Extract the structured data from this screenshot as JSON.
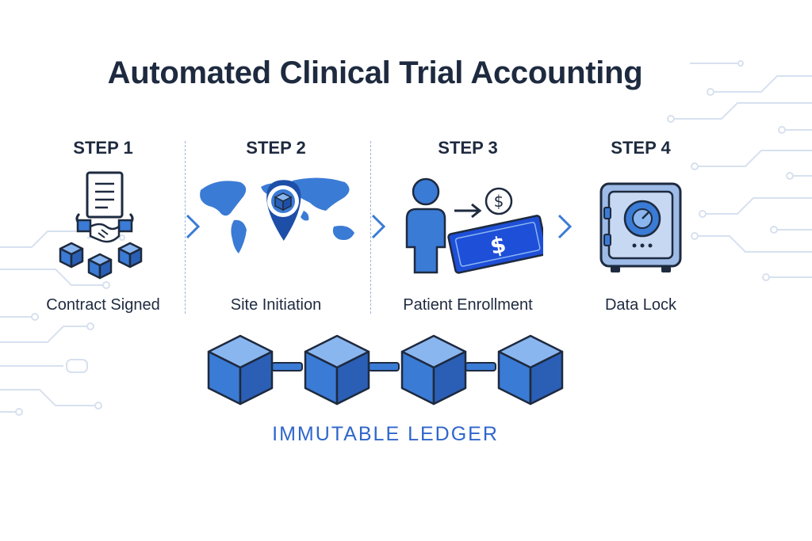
{
  "title": "Automated Clinical Trial Accounting",
  "steps": [
    {
      "label": "STEP 1",
      "caption": "Contract Signed",
      "icon": "contract-handshake-icon"
    },
    {
      "label": "STEP 2",
      "caption": "Site Initiation",
      "icon": "world-map-pin-icon"
    },
    {
      "label": "STEP 3",
      "caption": "Patient Enrollment",
      "icon": "patient-payment-icon"
    },
    {
      "label": "STEP 4",
      "caption": "Data Lock",
      "icon": "vault-icon"
    }
  ],
  "ledger": {
    "label": "IMMUTABLE LEDGER",
    "blocks": 4
  },
  "colors": {
    "primary": "#3a7bd5",
    "dark": "#1e2a3f",
    "light_blue": "#5b9be6",
    "ledger_text": "#2f66cc"
  }
}
